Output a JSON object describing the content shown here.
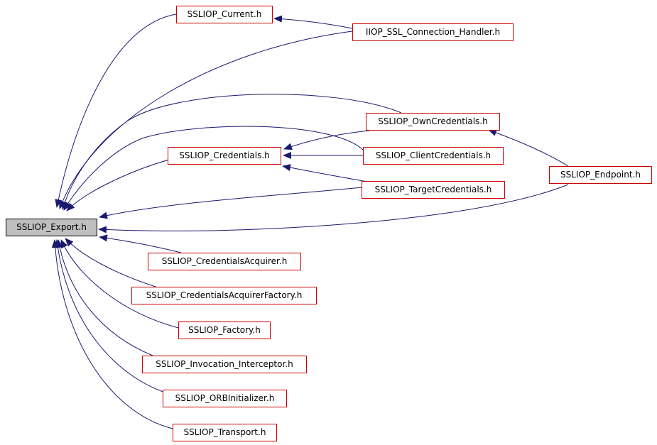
{
  "colors": {
    "edge": "#191970",
    "node_border": "#cc0000",
    "root_border": "#000000",
    "root_fill": "#bfbfbf"
  },
  "nodes": {
    "export": "SSLIOP_Export.h",
    "current": "SSLIOP_Current.h",
    "iiop_handler": "IIOP_SSL_Connection_Handler.h",
    "own_credentials": "SSLIOP_OwnCredentials.h",
    "credentials": "SSLIOP_Credentials.h",
    "client_credentials": "SSLIOP_ClientCredentials.h",
    "target_credentials": "SSLIOP_TargetCredentials.h",
    "endpoint": "SSLIOP_Endpoint.h",
    "credentials_acquirer": "SSLIOP_CredentialsAcquirer.h",
    "credentials_acquirer_factory": "SSLIOP_CredentialsAcquirerFactory.h",
    "factory": "SSLIOP_Factory.h",
    "invocation_interceptor": "SSLIOP_Invocation_Interceptor.h",
    "orb_initializer": "SSLIOP_ORBInitializer.h",
    "transport": "SSLIOP_Transport.h"
  },
  "edges": [
    {
      "from": "current",
      "to": "export"
    },
    {
      "from": "iiop_handler",
      "to": "export"
    },
    {
      "from": "iiop_handler",
      "to": "current"
    },
    {
      "from": "own_credentials",
      "to": "export"
    },
    {
      "from": "own_credentials",
      "to": "credentials"
    },
    {
      "from": "credentials",
      "to": "export"
    },
    {
      "from": "client_credentials",
      "to": "export"
    },
    {
      "from": "client_credentials",
      "to": "credentials"
    },
    {
      "from": "target_credentials",
      "to": "export"
    },
    {
      "from": "target_credentials",
      "to": "credentials"
    },
    {
      "from": "endpoint",
      "to": "export"
    },
    {
      "from": "endpoint",
      "to": "own_credentials"
    },
    {
      "from": "credentials_acquirer",
      "to": "export"
    },
    {
      "from": "credentials_acquirer_factory",
      "to": "export"
    },
    {
      "from": "factory",
      "to": "export"
    },
    {
      "from": "invocation_interceptor",
      "to": "export"
    },
    {
      "from": "orb_initializer",
      "to": "export"
    },
    {
      "from": "transport",
      "to": "export"
    }
  ]
}
